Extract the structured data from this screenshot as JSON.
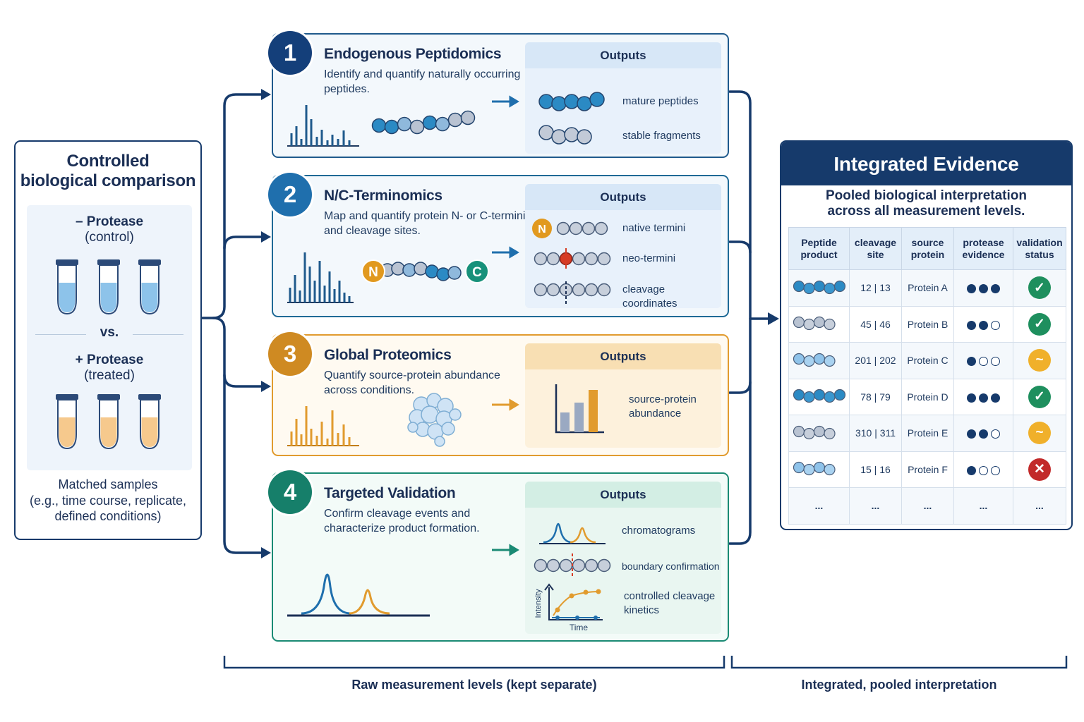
{
  "left": {
    "title_line1": "Controlled",
    "title_line2": "biological comparison",
    "control_label": "– Protease",
    "control_sub": "(control)",
    "vs": "vs.",
    "treated_label": "+ Protease",
    "treated_sub": "(treated)",
    "foot_line1": "Matched samples",
    "foot_line2": "(e.g., time course, replicate,",
    "foot_line3": "defined conditions)"
  },
  "panels": [
    {
      "num": "1",
      "title": "Endogenous Peptidomics",
      "desc": "Identify and quantify naturally occurring peptides.",
      "outputs_title": "Outputs",
      "outputs": [
        "mature peptides",
        "stable fragments"
      ]
    },
    {
      "num": "2",
      "title": "N/C-Terminomics",
      "desc": "Map and quantify protein N- or C-termini and cleavage sites.",
      "outputs_title": "Outputs",
      "outputs": [
        "native termini",
        "neo-termini",
        "cleavage coordinates"
      ],
      "n_letter": "N",
      "c_letter": "C"
    },
    {
      "num": "3",
      "title": "Global Proteomics",
      "desc": "Quantify source-protein abundance across conditions.",
      "outputs_title": "Outputs",
      "outputs": [
        "source-protein abundance"
      ]
    },
    {
      "num": "4",
      "title": "Targeted Validation",
      "desc": "Confirm cleavage events and characterize product formation.",
      "outputs_title": "Outputs",
      "outputs": [
        "chromatograms",
        "boundary confirmation",
        "controlled cleavage kinetics"
      ],
      "axis_y": "Intensity",
      "axis_x": "Time"
    }
  ],
  "evidence": {
    "title": "Integrated Evidence",
    "subtitle_line1": "Pooled biological interpretation",
    "subtitle_line2": "across all measurement levels.",
    "columns": [
      "Peptide product",
      "cleavage site",
      "source protein",
      "protease evidence",
      "validation status"
    ],
    "rows": [
      {
        "site": "12 | 13",
        "protein": "Protein A",
        "evidence": 3,
        "status": "confirmed",
        "status_symbol": "✓",
        "beads": "blue"
      },
      {
        "site": "45 | 46",
        "protein": "Protein B",
        "evidence": 2,
        "status": "confirmed",
        "status_symbol": "✓",
        "beads": "grey"
      },
      {
        "site": "201 | 202",
        "protein": "Protein C",
        "evidence": 1,
        "status": "partial",
        "status_symbol": "~",
        "beads": "light"
      },
      {
        "site": "78 | 79",
        "protein": "Protein D",
        "evidence": 3,
        "status": "confirmed",
        "status_symbol": "✓",
        "beads": "blue"
      },
      {
        "site": "310 | 311",
        "protein": "Protein E",
        "evidence": 2,
        "status": "partial",
        "status_symbol": "~",
        "beads": "grey"
      },
      {
        "site": "15 | 16",
        "protein": "Protein F",
        "evidence": 1,
        "status": "rejected",
        "status_symbol": "✕",
        "beads": "light"
      }
    ],
    "ellipsis": "..."
  },
  "brackets": {
    "left_label": "Raw measurement levels (kept separate)",
    "right_label": "Integrated, pooled interpretation"
  },
  "colors": {
    "navy": "#163a6b",
    "blue": "#1f6fad",
    "orange": "#e19b2e",
    "teal": "#1a8a74"
  }
}
